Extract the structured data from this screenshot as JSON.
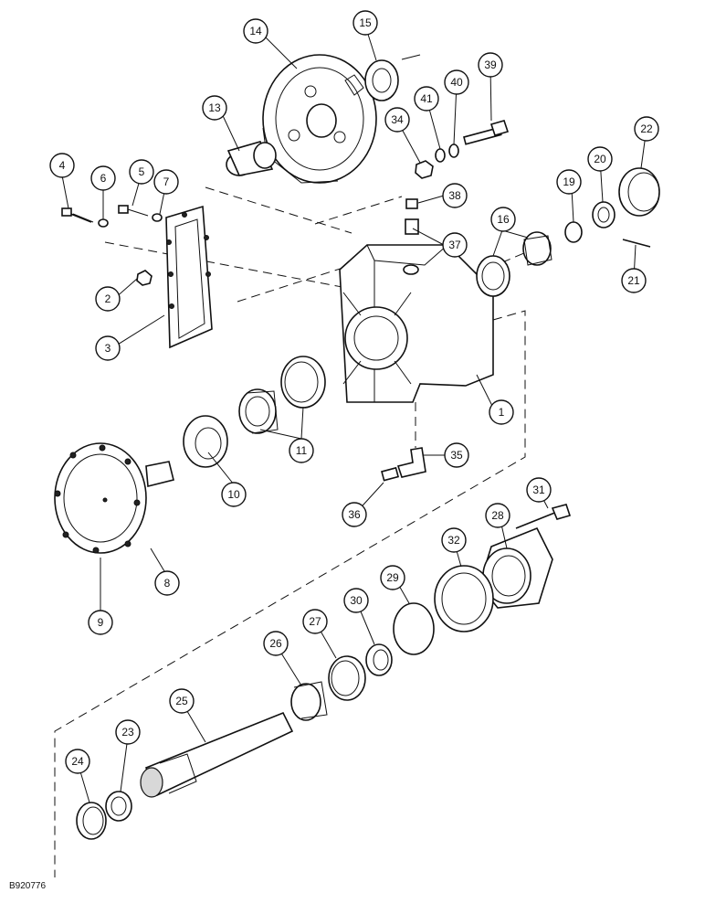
{
  "figure_code": "B920776",
  "callouts": [
    "1",
    "2",
    "3",
    "4",
    "5",
    "6",
    "7",
    "8",
    "9",
    "10",
    "11",
    "13",
    "14",
    "15",
    "16",
    "19",
    "20",
    "21",
    "22",
    "23",
    "24",
    "25",
    "26",
    "27",
    "28",
    "29",
    "30",
    "31",
    "32",
    "34",
    "35",
    "36",
    "37",
    "38",
    "39",
    "40",
    "41"
  ]
}
